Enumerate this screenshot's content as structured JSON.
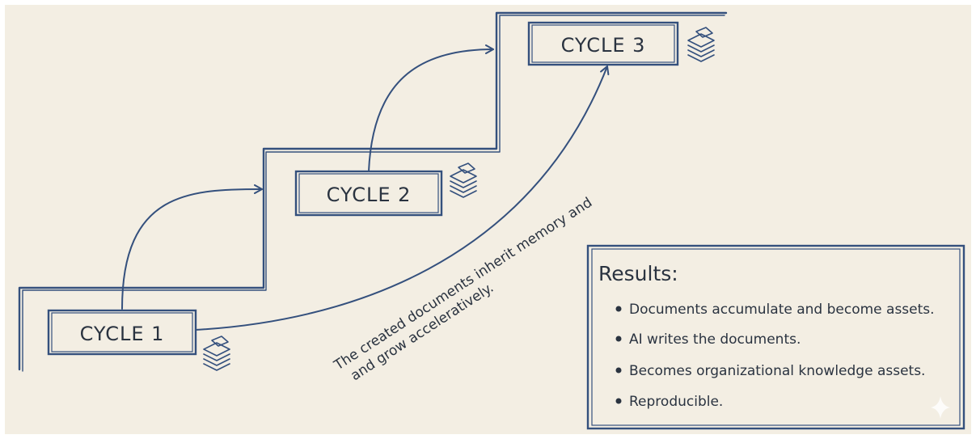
{
  "colors": {
    "background": "#f3eee3",
    "ink": "#34507d",
    "text": "#2a3340"
  },
  "cycles": [
    {
      "label": "CYCLE 1",
      "icon": "document-stack-icon"
    },
    {
      "label": "CYCLE 2",
      "icon": "document-stack-icon"
    },
    {
      "label": "CYCLE 3",
      "icon": "document-stack-icon"
    }
  ],
  "note": {
    "line1": "The created documents inherit memory and",
    "line2": "and grow acceleratively."
  },
  "results": {
    "title": "Results:",
    "items": [
      "Documents accumulate and become assets.",
      "AI writes the documents.",
      "Becomes organizational knowledge assets.",
      "Reproducible."
    ]
  }
}
